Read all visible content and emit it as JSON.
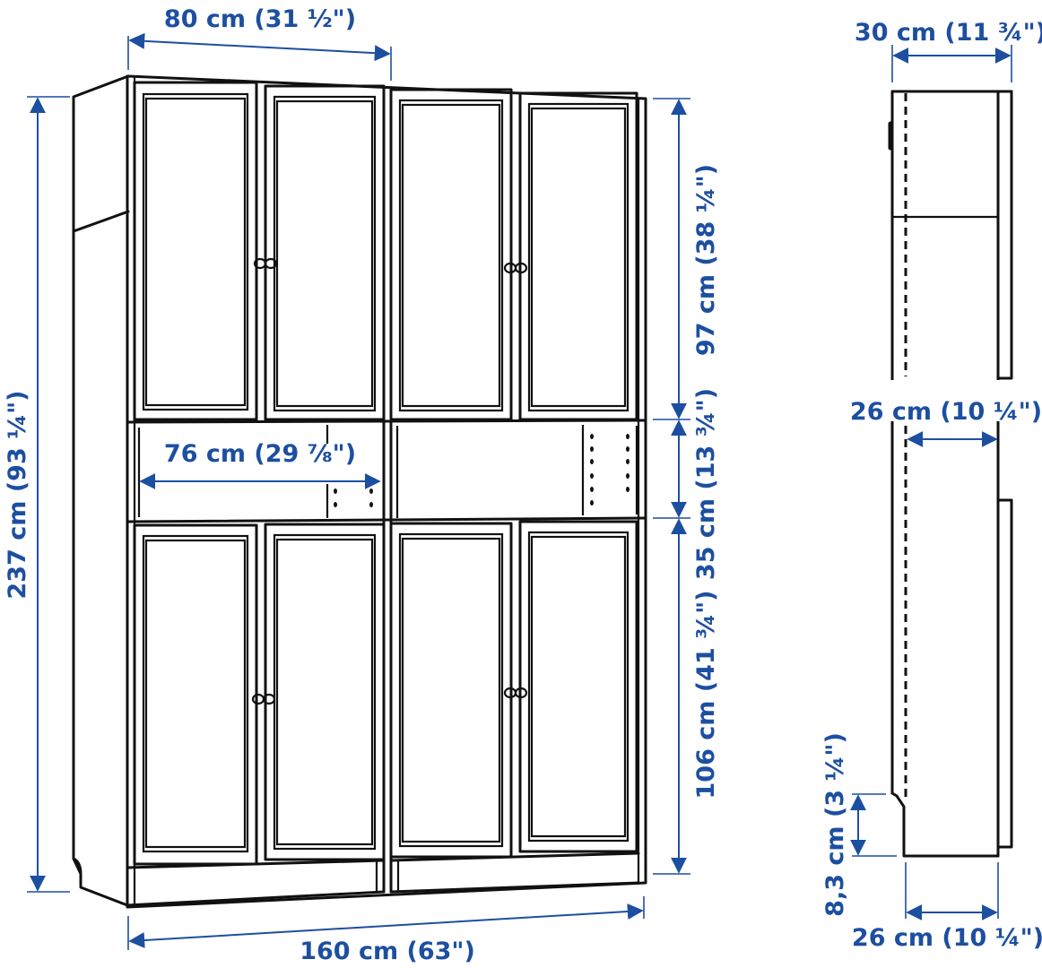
{
  "diagram": {
    "type": "product-dimension-drawing",
    "subject": "bookcase with glass doors (front view and side view)",
    "accent_color": "#1d4fa0",
    "line_color": "#111111",
    "front_view": {
      "section_width": "80 cm (31 ½\")",
      "total_height": "237 cm (93 ¼\")",
      "upper_door_height": "97 cm (38 ¼\")",
      "middle_shelf_height": "35 cm (13 ¾\")",
      "lower_door_height": "106 cm (41 ¾\")",
      "inner_width": "76 cm (29 ⅞\")",
      "total_width": "160 cm (63\")"
    },
    "side_view": {
      "total_depth": "30 cm (11 ¾\")",
      "inner_depth": "26 cm (10 ¼\")",
      "plinth_height": "8,3 cm (3 ¼\")",
      "base_depth": "26 cm (10 ¼\")"
    }
  }
}
